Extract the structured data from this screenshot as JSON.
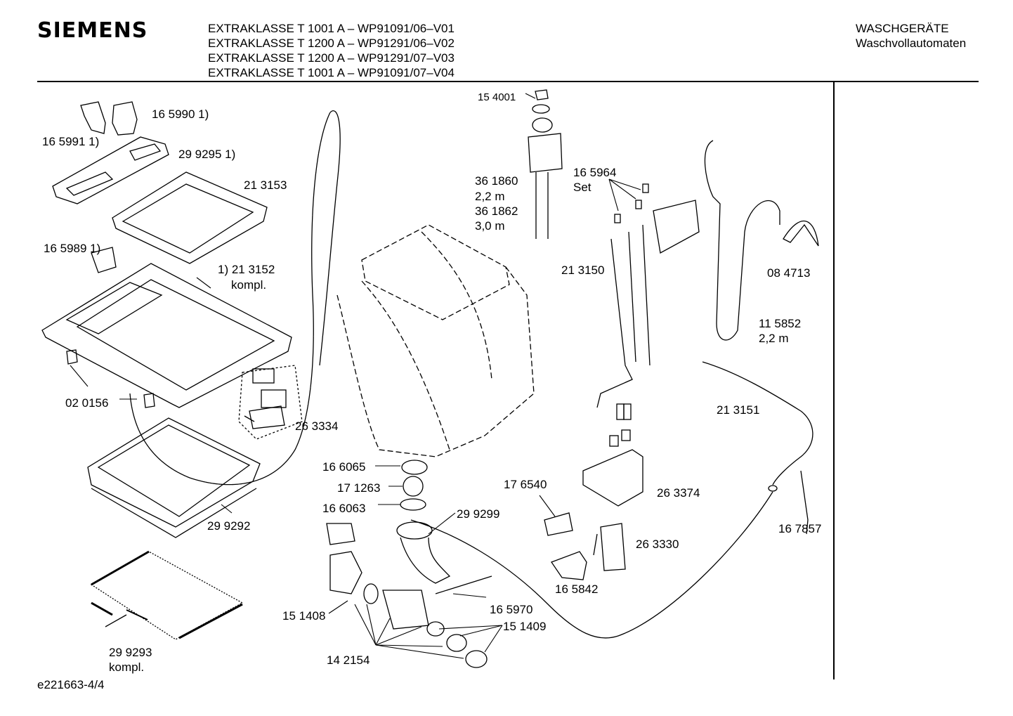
{
  "header": {
    "brand": "SIEMENS",
    "models": [
      "EXTRAKLASSE T 1001 A – WP91091/06–V01",
      "EXTRAKLASSE T 1200 A – WP91291/06–V02",
      "EXTRAKLASSE T 1200 A – WP91291/07–V03",
      "EXTRAKLASSE T 1001 A – WP91091/07–V04"
    ],
    "category_line1": "WASCHGERÄTE",
    "category_line2": "Waschvollautomaten"
  },
  "footer": {
    "page_ref": "e221663-4/4"
  },
  "parts": {
    "p165990": "16 5990 1)",
    "p165991": "16 5991 1)",
    "p299295": "29 9295 1)",
    "p213153": "21 3153",
    "p165989": "16 5989 1)",
    "p213152_a": "1) 21 3152",
    "p213152_b": "kompl.",
    "p020156": "02 0156",
    "p263334": "26 3334",
    "p299292": "29 9292",
    "p299293_a": "29 9293",
    "p299293_b": "kompl.",
    "p154001": "15 4001",
    "p361860_a": "36 1860",
    "p361860_b": "2,2 m",
    "p361862_a": "36 1862",
    "p361862_b": "3,0 m",
    "p165964_a": "16 5964",
    "p165964_b": "Set",
    "p213150": "21 3150",
    "p084713": "08 4713",
    "p115852_a": "11 5852",
    "p115852_b": "2,2 m",
    "p213151": "21 3151",
    "p166065": "16 6065",
    "p171263": "17 1263",
    "p166063": "16 6063",
    "p299299": "29 9299",
    "p176540": "17 6540",
    "p263374": "26 3374",
    "p263330": "26 3330",
    "p167857": "16 7857",
    "p165842": "16 5842",
    "p165970": "16 5970",
    "p151408": "15 1408",
    "p151409": "15 1409",
    "p142154": "14 2154"
  }
}
